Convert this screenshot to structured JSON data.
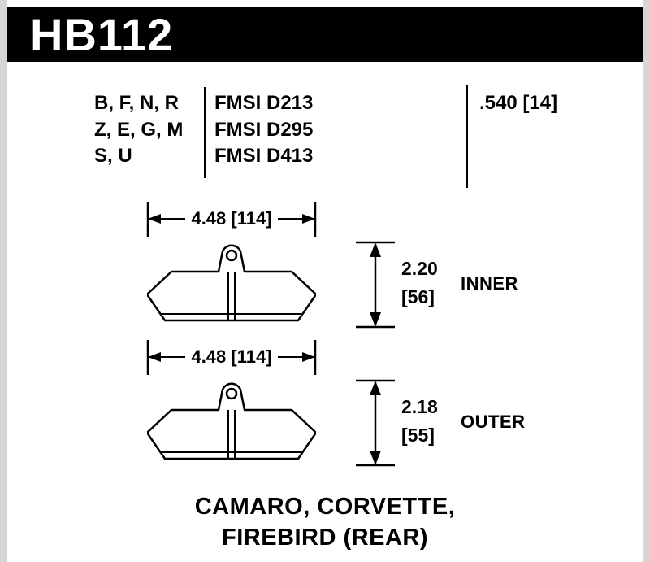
{
  "header": {
    "part_number": "HB112"
  },
  "colors": {
    "banner_bg": "#000000",
    "banner_fg": "#ffffff",
    "ink": "#000000",
    "page_bg": "#ffffff",
    "edge_strip": "#d6d6d6"
  },
  "spec_table": {
    "compound_rows": [
      "B, F, N, R",
      "Z, E, G, M",
      "S, U"
    ],
    "fmsi_rows": [
      "FMSI D213",
      "FMSI D295",
      "FMSI D413"
    ],
    "pad_thickness": ".540 [14]"
  },
  "views": [
    {
      "label": "INNER",
      "width_dim": "4.48 [114]",
      "height_in": "2.20",
      "height_mm": "[56]"
    },
    {
      "label": "OUTER",
      "width_dim": "4.48 [114]",
      "height_in": "2.18",
      "height_mm": "[55]"
    }
  ],
  "caption": {
    "line1": "CAMARO, CORVETTE,",
    "line2": "FIREBIRD (REAR)"
  }
}
